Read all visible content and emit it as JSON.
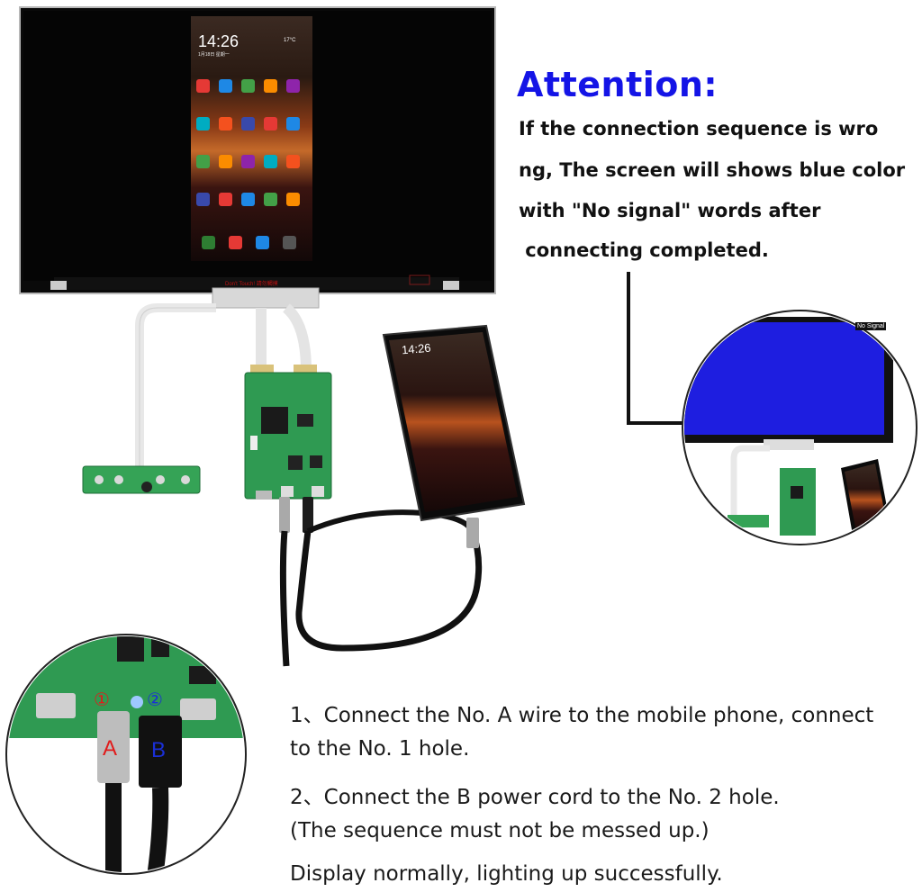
{
  "main_screen": {
    "clock_time": "14:26",
    "clock_date": "1月18日 星期一",
    "weather_temp": "17°C",
    "warning_text": "Don't Touch! 請勿觸摸"
  },
  "phone": {
    "clock_time": "14:26"
  },
  "attention": {
    "title": "Attention:",
    "lines": [
      "If the connection sequence is wro",
      "ng, The screen will shows blue color",
      "with \"No signal\" words after",
      " connecting completed."
    ]
  },
  "inset_blue": {
    "badge": "No Signal"
  },
  "inset_closeup": {
    "hole_1": "①",
    "hole_2": "②",
    "wire_a": "A",
    "wire_b": "B",
    "colors": {
      "wire_a": "#e11b1b",
      "wire_b": "#1a2fd6"
    }
  },
  "steps": {
    "line1": "1、Connect the No. A wire to the mobile phone, connect",
    "line2": "to the No. 1 hole.",
    "line3": "2、Connect the B power cord to the No. 2 hole.",
    "line4": "(The sequence must not be messed up.)",
    "line5": "Display normally, lighting up successfully."
  },
  "colors": {
    "attention_title": "#1414e6",
    "blue_screen": "#1e1ee0",
    "pcb_green": "#2f9a52"
  }
}
